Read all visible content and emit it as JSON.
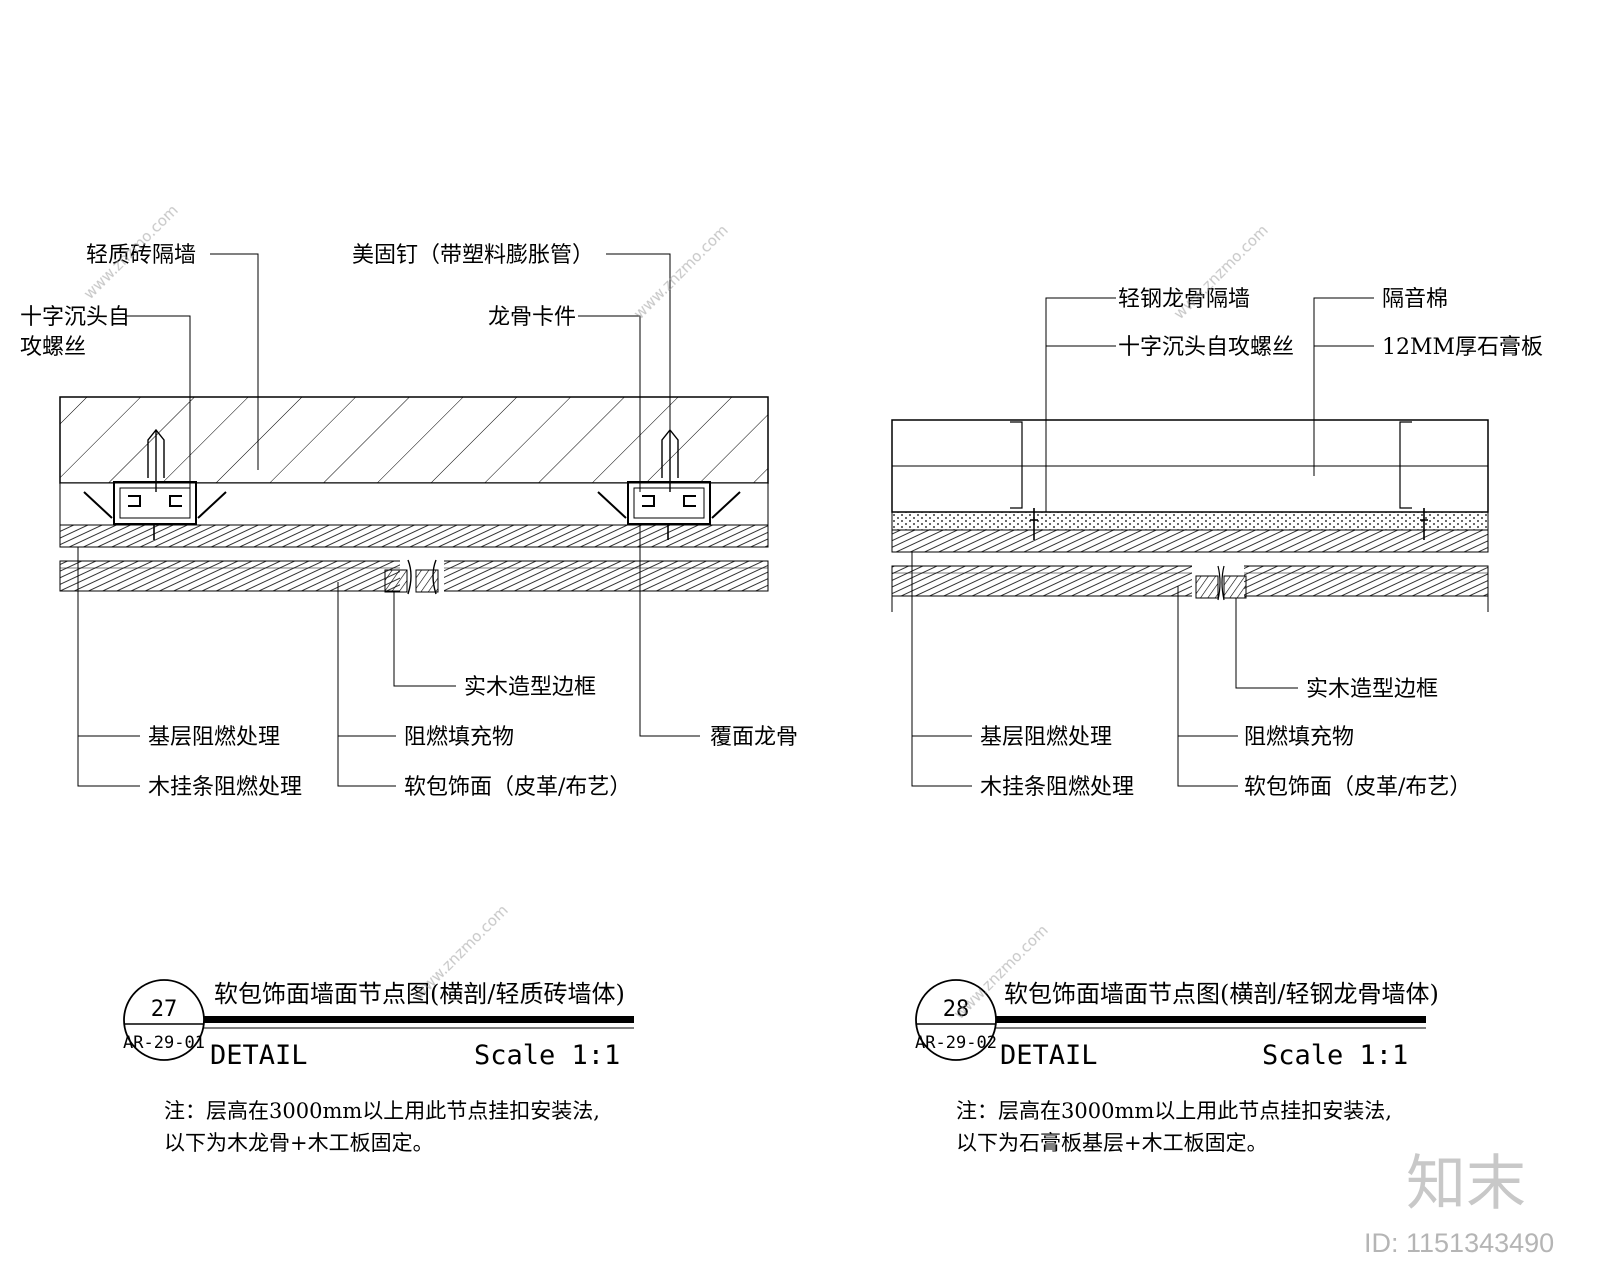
{
  "detail_left": {
    "labels": {
      "brick_wall": "轻质砖隔墙",
      "anchor": "美固钉（带塑料膨胀管）",
      "screw_line1": "十字沉头自",
      "screw_line2": "攻螺丝",
      "keel_clip": "龙骨卡件",
      "wood_frame": "实木造型边框",
      "base_fire": "基层阻燃处理",
      "filler": "阻燃填充物",
      "cover_keel": "覆面龙骨",
      "batten": "木挂条阻燃处理",
      "finish": "软包饰面（皮革/布艺）"
    },
    "title_number": "27",
    "title_ref": "AR-29-01",
    "title": "软包饰面墙面节点图(横剖/轻质砖墙体)",
    "detail_word": "DETAIL",
    "scale": "Scale 1:1",
    "note_line1": "注：层高在3000mm以上用此节点挂扣安装法,",
    "note_line2": "以下为木龙骨+木工板固定。"
  },
  "detail_right": {
    "labels": {
      "steel_wall": "轻钢龙骨隔墙",
      "insulation": "隔音棉",
      "screw": "十字沉头自攻螺丝",
      "gypsum": "12MM厚石膏板",
      "wood_frame": "实木造型边框",
      "base_fire": "基层阻燃处理",
      "filler": "阻燃填充物",
      "batten": "木挂条阻燃处理",
      "finish": "软包饰面（皮革/布艺）"
    },
    "title_number": "28",
    "title_ref": "AR-29-02",
    "title": "软包饰面墙面节点图(横剖/轻钢龙骨墙体)",
    "detail_word": "DETAIL",
    "scale": "Scale 1:1",
    "note_line1": "注：层高在3000mm以上用此节点挂扣安装法,",
    "note_line2": "以下为石膏板基层+木工板固定。"
  },
  "watermark": {
    "logo": "知末",
    "id_text": "ID: 1151343490",
    "site": "www.znzmo.com"
  }
}
